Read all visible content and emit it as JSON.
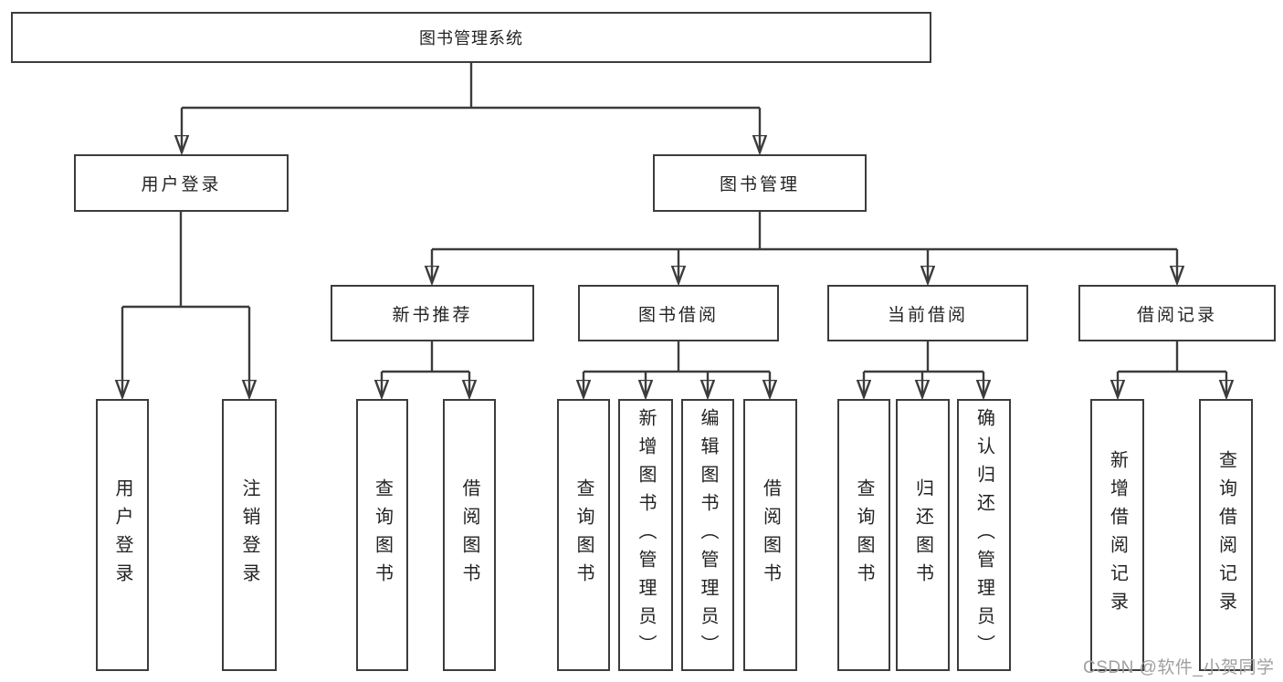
{
  "diagram": {
    "root": {
      "label": "图书管理系统"
    },
    "level1": [
      {
        "label": "用户登录",
        "parent": "图书管理系统"
      },
      {
        "label": "图书管理",
        "parent": "图书管理系统"
      }
    ],
    "level2": [
      {
        "label": "新书推荐",
        "parent": "图书管理"
      },
      {
        "label": "图书借阅",
        "parent": "图书管理"
      },
      {
        "label": "当前借阅",
        "parent": "图书管理"
      },
      {
        "label": "借阅记录",
        "parent": "图书管理"
      }
    ],
    "leaves": [
      {
        "label": "用户登录",
        "parent": "用户登录"
      },
      {
        "label": "注销登录",
        "parent": "用户登录"
      },
      {
        "label": "查询图书",
        "parent": "新书推荐"
      },
      {
        "label": "借阅图书",
        "parent": "新书推荐"
      },
      {
        "label": "查询图书",
        "parent": "图书借阅"
      },
      {
        "label": "新增图书（管理员）",
        "parent": "图书借阅"
      },
      {
        "label": "编辑图书（管理员）",
        "parent": "图书借阅"
      },
      {
        "label": "借阅图书",
        "parent": "图书借阅"
      },
      {
        "label": "查询图书",
        "parent": "当前借阅"
      },
      {
        "label": "归还图书",
        "parent": "当前借阅"
      },
      {
        "label": "确认归还（管理员）",
        "parent": "当前借阅"
      },
      {
        "label": "新增借阅记录",
        "parent": "借阅记录"
      },
      {
        "label": "查询借阅记录",
        "parent": "借阅记录"
      }
    ]
  },
  "watermark": {
    "text": "CSDN @软件_小贺同学"
  },
  "colors": {
    "line": "#3c3c3c",
    "box_border": "#3c3c3c",
    "text": "#232323",
    "watermark": "#a0a0a0",
    "background": "#ffffff"
  }
}
